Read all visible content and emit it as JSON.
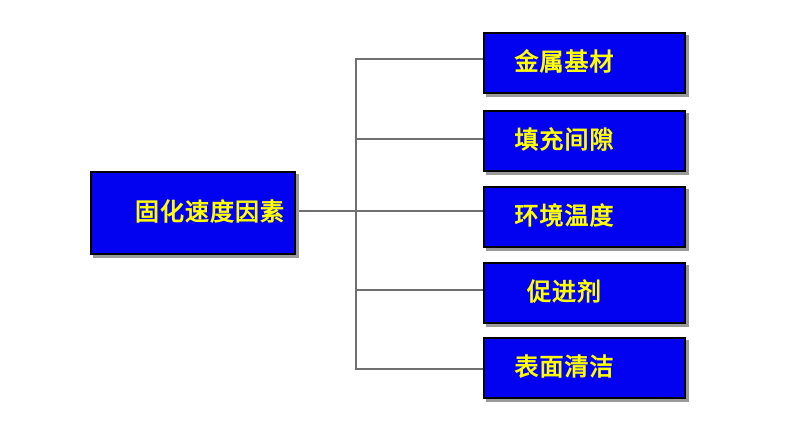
{
  "diagram": {
    "root": {
      "label": "固化速度因素"
    },
    "children": [
      {
        "label": "金属基材"
      },
      {
        "label": "填充间隙"
      },
      {
        "label": "环境温度"
      },
      {
        "label": "促进剂"
      },
      {
        "label": "表面清洁"
      }
    ]
  },
  "colors": {
    "node-fill": "#0202f0",
    "node-border": "#000000",
    "node-text": "#ffff00",
    "connector": "#707070",
    "background": "#ffffff"
  }
}
